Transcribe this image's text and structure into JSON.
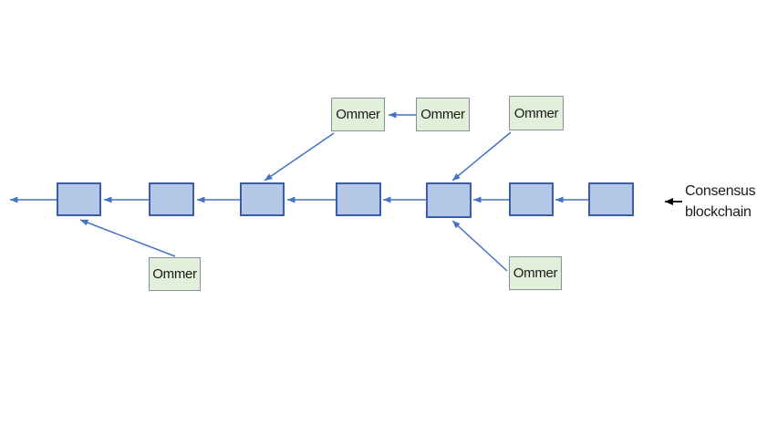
{
  "diagram": {
    "type": "blockchain-ommer-diagram",
    "chain": {
      "block_count": 7,
      "direction": "arrows point left toward older blocks"
    },
    "ommer_count": 5
  },
  "ommers": [
    {
      "label": "Ommer"
    },
    {
      "label": "Ommer"
    },
    {
      "label": "Ommer"
    },
    {
      "label": "Ommer"
    },
    {
      "label": "Ommer"
    }
  ],
  "annotation": {
    "text": "Consensus\nblockchain"
  },
  "colors": {
    "block-fill": "#b4c7e7",
    "block-border": "#3a5da8",
    "ommer-fill": "#e2efd9",
    "ommer-border": "#84919d",
    "arrow": "#4472c4",
    "ink": "#1a1a1a",
    "bg": "#ffffff"
  }
}
